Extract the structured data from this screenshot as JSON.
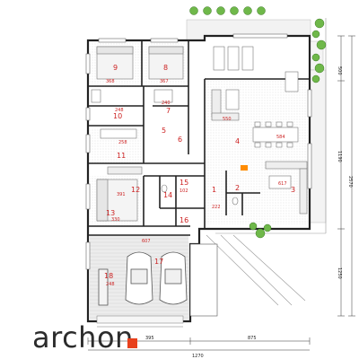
{
  "brand": {
    "logo_text": "archon",
    "accent": "#e8401c"
  },
  "rooms": [
    {
      "id": "9",
      "num": "9",
      "area": "368"
    },
    {
      "id": "8",
      "num": "8",
      "area": "367"
    },
    {
      "id": "7",
      "num": "7",
      "area": "240"
    },
    {
      "id": "10",
      "num": "10",
      "area": "248"
    },
    {
      "id": "5",
      "num": "5",
      "area": "550"
    },
    {
      "id": "6",
      "num": "6",
      "area": ""
    },
    {
      "id": "4",
      "num": "4",
      "area": "584"
    },
    {
      "id": "11",
      "num": "11",
      "area": "258"
    },
    {
      "id": "3",
      "num": "3",
      "area": "617"
    },
    {
      "id": "12",
      "num": "12",
      "area": "391"
    },
    {
      "id": "13",
      "num": "13",
      "area": "330"
    },
    {
      "id": "14",
      "num": "14",
      "area": ""
    },
    {
      "id": "15",
      "num": "15",
      "area": "102"
    },
    {
      "id": "16",
      "num": "16",
      "area": ""
    },
    {
      "id": "1",
      "num": "1",
      "area": "222"
    },
    {
      "id": "2",
      "num": "2",
      "area": ""
    },
    {
      "id": "17",
      "num": "17",
      "area": "607"
    },
    {
      "id": "18",
      "num": "18",
      "area": "248"
    }
  ],
  "dimensions": {
    "right_a": "500",
    "right_b": "1190",
    "right_c": "1250",
    "right_total": "2570",
    "bottom_a": "395",
    "bottom_b": "875",
    "bottom_total": "1270"
  }
}
